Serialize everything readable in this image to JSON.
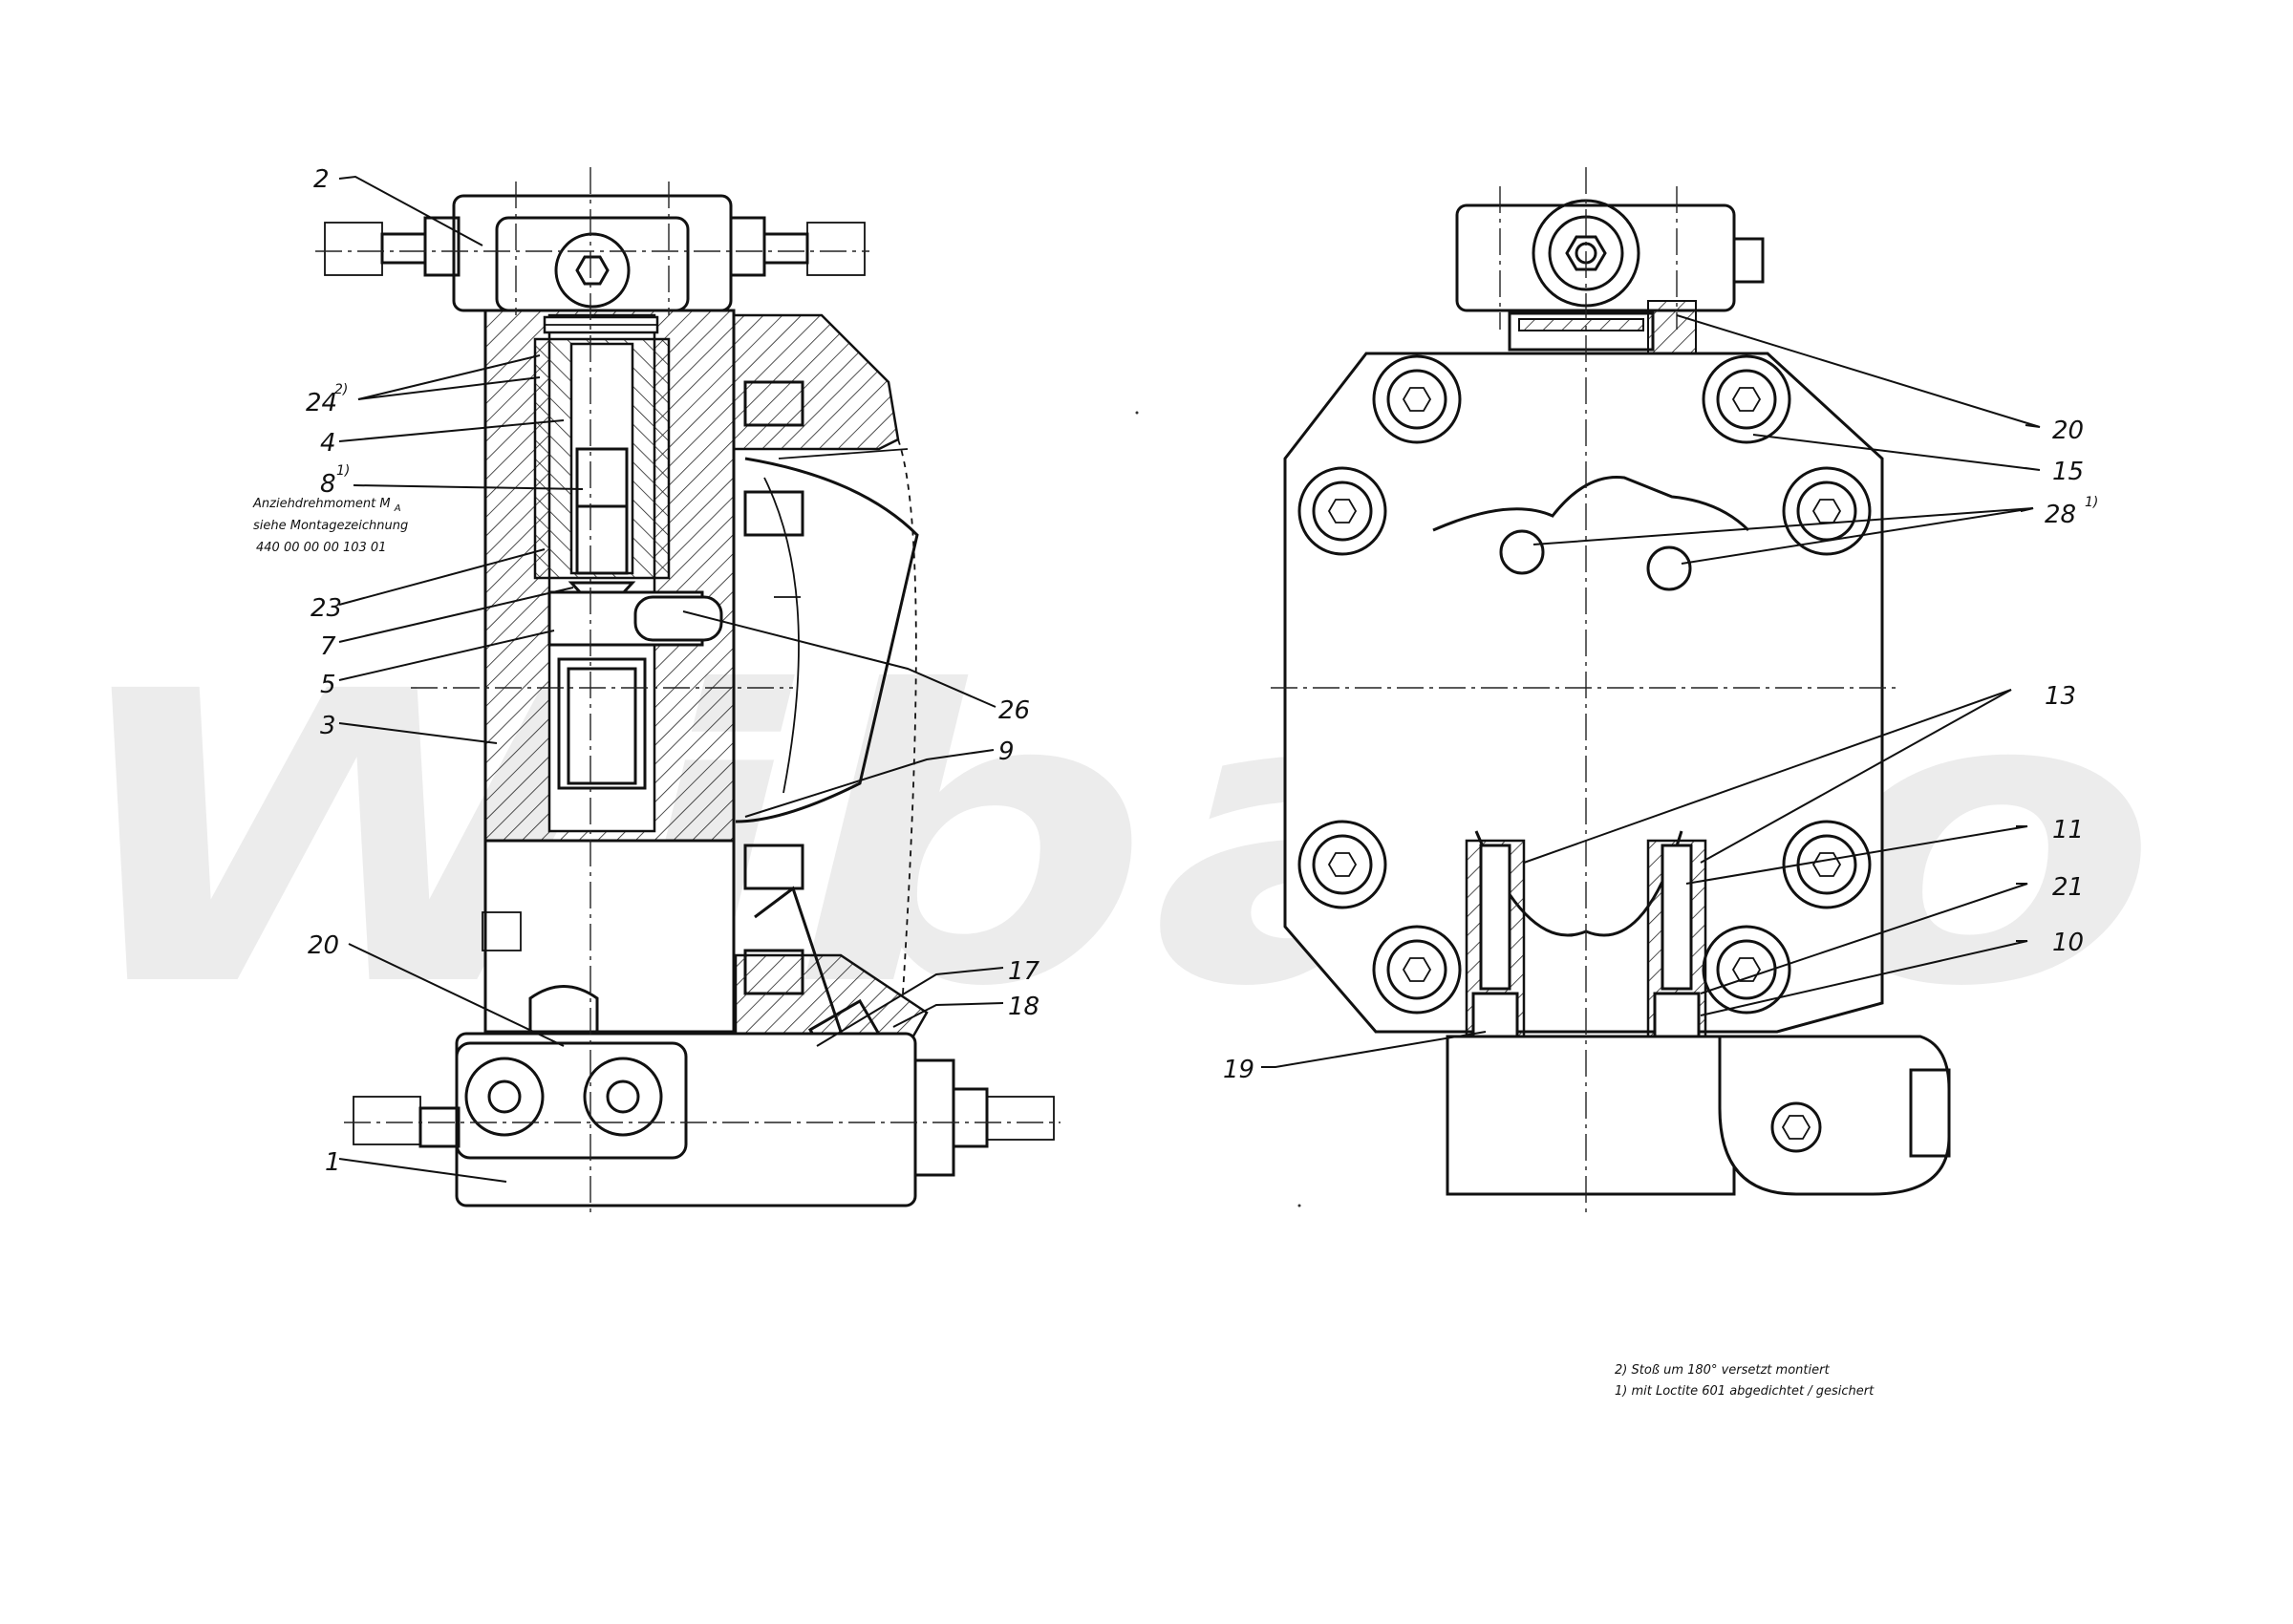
{
  "watermark": {
    "text": "Wibako"
  },
  "left_view": {
    "labels": [
      {
        "id": "2",
        "text": "2"
      },
      {
        "id": "24",
        "text": "24",
        "sup": "2)"
      },
      {
        "id": "4",
        "text": "4"
      },
      {
        "id": "8",
        "text": "8",
        "sup": "1)"
      },
      {
        "id": "23",
        "text": "23"
      },
      {
        "id": "7",
        "text": "7"
      },
      {
        "id": "5",
        "text": "5"
      },
      {
        "id": "3",
        "text": "3"
      },
      {
        "id": "20",
        "text": "20"
      },
      {
        "id": "1",
        "text": "1"
      },
      {
        "id": "26",
        "text": "26"
      },
      {
        "id": "9",
        "text": "9"
      },
      {
        "id": "17",
        "text": "17"
      },
      {
        "id": "18",
        "text": "18"
      }
    ],
    "torque_note": {
      "line1": "Anziehdrehmoment M",
      "line1_sub": "A",
      "line2": "siehe Montagezeichnung",
      "line3": "440 00 00 00 103 01"
    }
  },
  "right_view": {
    "labels": [
      {
        "id": "20",
        "text": "20"
      },
      {
        "id": "15",
        "text": "15"
      },
      {
        "id": "28",
        "text": "28",
        "sup": "1)"
      },
      {
        "id": "13",
        "text": "13"
      },
      {
        "id": "11",
        "text": "11"
      },
      {
        "id": "21",
        "text": "21"
      },
      {
        "id": "10",
        "text": "10"
      },
      {
        "id": "19",
        "text": "19"
      }
    ]
  },
  "footnotes": {
    "line1": "2) Stoß um 180° versetzt montiert",
    "line2": "1) mit Loctite 601 abgedichtet / gesichert"
  }
}
